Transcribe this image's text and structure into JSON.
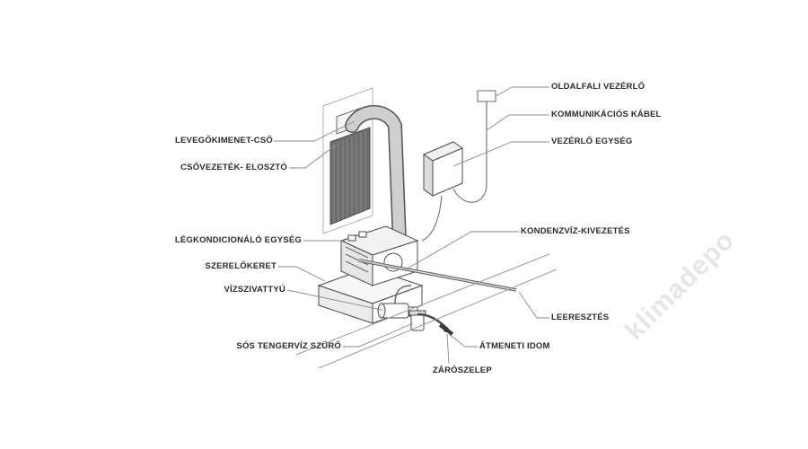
{
  "diagram": {
    "labels": {
      "oldalfali_vezerlo": "OLDALFALI VEZÉRLŐ",
      "kommunikacios_kabel": "KOMMUNIKÁCIÓS KÁBEL",
      "vezerlo_egyseg": "VEZÉRLŐ EGYSÉG",
      "levegokimenet_cso": "LEVEGŐKIMENET-CSŐ",
      "csovezetek_eloszto": "CSŐVEZETÉK- ELOSZTÓ",
      "kondenzviz_kivezetes": "KONDENZVÍZ-KIVEZETÉS",
      "legkondicionalo_egyseg": "LÉGKONDICIONÁLÓ EGYSÉG",
      "szerelokeret": "SZERELŐKERET",
      "vizszivattyu": "VÍZSZIVATTYÚ",
      "leeresztes": "LEERESZTÉS",
      "sos_tengerviz_szuro": "SÓS TENGERVÍZ SZŰRŐ",
      "atmeneti_idom": "ÁTMENETI IDOM",
      "zaroszelep": "ZÁRÓSZELEP"
    },
    "watermark": "klimadepo"
  },
  "colors": {
    "label_text": "#2b2b2b",
    "leader_line": "#8a8a8a",
    "outline": "#4a4a4a",
    "grille": "#5a5a5a",
    "watermark": "#e6e6e6"
  }
}
